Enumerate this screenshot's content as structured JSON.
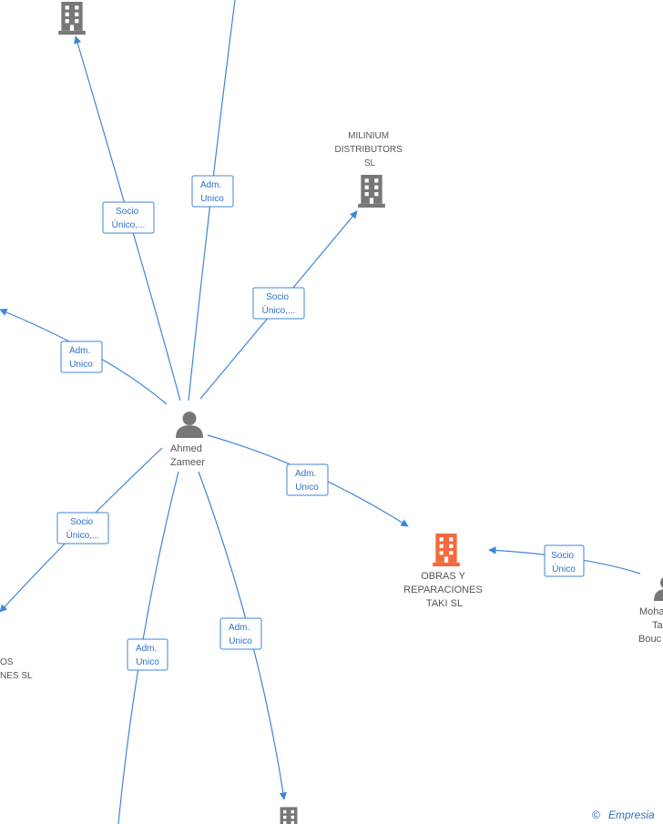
{
  "colors": {
    "edge": "#3d85d8",
    "label_border": "#3d85d8",
    "label_text": "#2e6fc7",
    "company_gray": "#777777",
    "company_highlight": "#f26a3d",
    "person": "#777777"
  },
  "nodes": {
    "center_person": {
      "lines": [
        "Ahmed",
        "Zameer"
      ],
      "icon": "person-icon"
    },
    "milinium": {
      "lines": [
        "MILINIUM",
        "DISTRIBUTORS",
        "SL"
      ],
      "icon": "building-icon"
    },
    "obras": {
      "lines": [
        "OBRAS Y",
        "REPARACIONES",
        "TAKI SL"
      ],
      "icon": "building-icon"
    },
    "mohamed": {
      "lines": [
        "Moha",
        "Ta",
        "Bouc"
      ],
      "icon": "person-icon"
    },
    "left_company": {
      "lines": [
        "OS",
        "NES SL"
      ],
      "icon": "building-icon"
    },
    "top_company": {
      "lines": [],
      "icon": "building-icon"
    },
    "bottom_company": {
      "lines": [],
      "icon": "building-icon"
    }
  },
  "edge_labels": {
    "socio_top": [
      "Socio",
      "Único,..."
    ],
    "adm_top": [
      "Adm.",
      "Unico"
    ],
    "socio_milinium": [
      "Socio",
      "Único,..."
    ],
    "adm_left": [
      "Adm.",
      "Unico"
    ],
    "adm_obras": [
      "Adm.",
      "Unico"
    ],
    "socio_mohamed": [
      "Socio",
      "Único"
    ],
    "socio_left_down": [
      "Socio",
      "Único,..."
    ],
    "adm_bottom_left": [
      "Adm.",
      "Unico"
    ],
    "adm_bottom": [
      "Adm.",
      "Unico"
    ]
  },
  "watermark": {
    "symbol": "©",
    "text": "Empresia"
  }
}
